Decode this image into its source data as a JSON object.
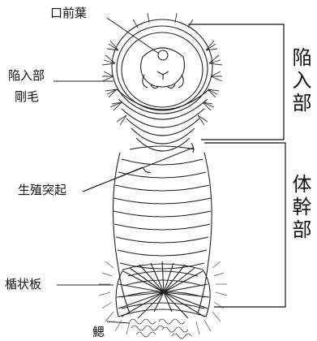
{
  "labels": {
    "prostomium": "口前葉",
    "introvert_setae_line1": "陥入部",
    "introvert_setae_line2": "剛毛",
    "genital_processes": "生殖突起",
    "shield": "楯状板",
    "gills": "鰓"
  },
  "regions": {
    "introvert": "陥入部",
    "trunk": "体幹部"
  }
}
